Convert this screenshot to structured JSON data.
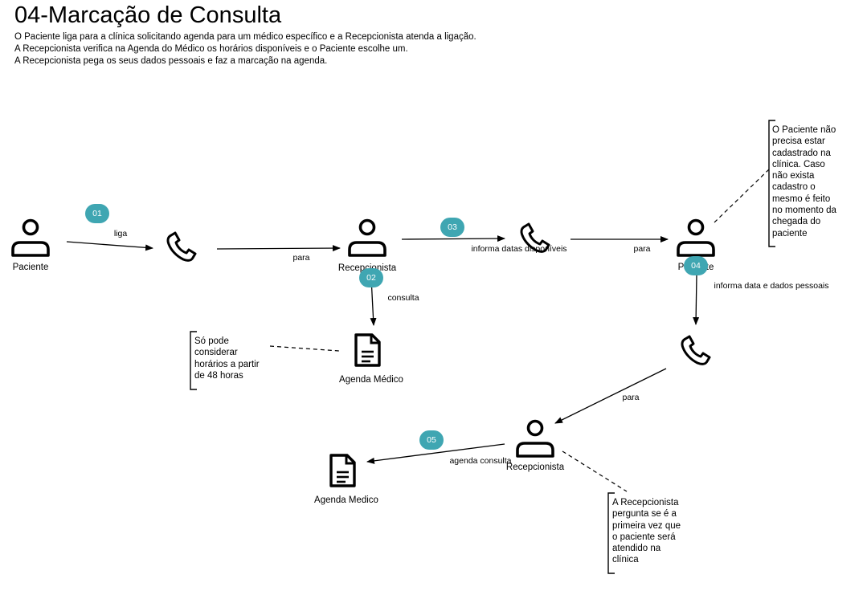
{
  "title": "04-Marcação de Consulta",
  "description": [
    "O Paciente liga para a clínica solicitando agenda para um médico específico e a Recepcionista atenda a ligação.",
    "A Recepcionista verifica na Agenda do Médico os horários disponíveis e o Paciente escolhe um.",
    "A Recepcionista pega os seus dados pessoais e faz a marcação na agenda."
  ],
  "nodes": {
    "paciente_1": "Paciente",
    "recepcionista_1": "Recepcionista",
    "agenda_medico_1": "Agenda Médico",
    "paciente_2": "Paciente",
    "recepcionista_2": "Recepcionista",
    "agenda_medico_2": "Agenda Medico"
  },
  "edges": {
    "liga": "liga",
    "para_1": "para",
    "consulta": "consulta",
    "informa_datas": "informa datas disponíveis",
    "para_2": "para",
    "informa_dados": "informa data e dados pessoais",
    "para_3": "para",
    "agenda_consulta": "agenda consulta"
  },
  "steps": [
    "01",
    "02",
    "03",
    "04",
    "05"
  ],
  "notes": {
    "horarios": "Só pode\nconsiderar\nhorários a partir\nde 48 horas",
    "cadastro": "O Paciente não\nprecisa estar\ncadastrado na\nclínica. Caso\nnão exista\ncadastro o\nmesmo é feito\nno momento da\nchegada do\npaciente",
    "primeira_vez": "A Recepcionista\npergunta se é a\nprimeira vez que\no paciente será\natendido na\nclínica"
  },
  "colors": {
    "badge": "#3fa6b2",
    "line": "#000000"
  },
  "icons": {
    "person": "person-icon",
    "phone": "phone-icon",
    "document": "document-icon"
  }
}
